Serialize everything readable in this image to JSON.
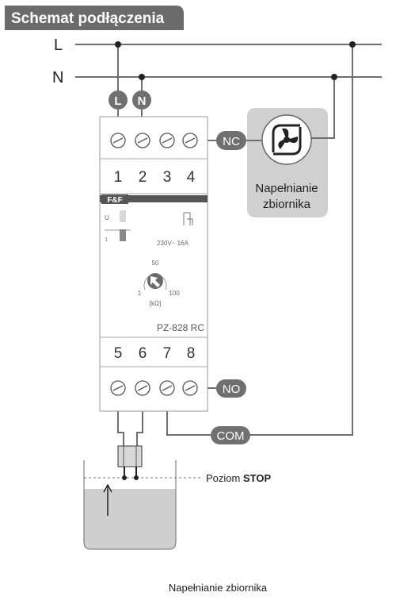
{
  "title": "Schemat podłączenia",
  "lines": {
    "l": "L",
    "n": "N"
  },
  "badges": {
    "l": "L",
    "n": "N",
    "nc": "NC",
    "no": "NO",
    "com": "COM"
  },
  "terminals_top": [
    "1",
    "2",
    "3",
    "4"
  ],
  "terminals_bottom": [
    "5",
    "6",
    "7",
    "8"
  ],
  "device": {
    "brand": "F&F",
    "u_label": "U",
    "relay_label": "↕",
    "rating": "230V~  16A",
    "dial_min": "1",
    "dial_mid": "50",
    "dial_max": "100",
    "dial_unit": "[kΩ]",
    "model": "PZ-828 RC"
  },
  "pump_label_1": "Napełnianie",
  "pump_label_2": "zbiornika",
  "level_label_prefix": "Poziom ",
  "level_label_bold": "STOP",
  "caption": "Napełnianie zbiornika",
  "colors": {
    "dark": "#6e6e6e",
    "badge": "#707070",
    "title_bg": "#6b6b6b",
    "pump_panel": "#d0d0d0",
    "tank_fill": "#cfcfcf"
  },
  "icons": {
    "pump": "fan-pump-icon",
    "terminal": "screw-terminal-icon",
    "relay": "relay-icon"
  }
}
